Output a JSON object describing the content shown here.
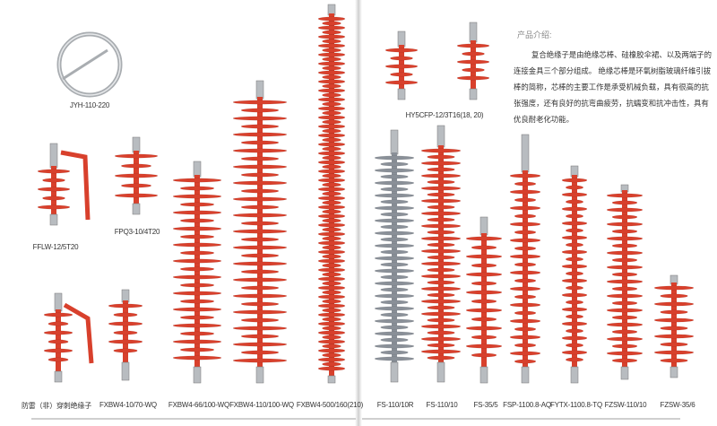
{
  "intro": {
    "heading": "产品介绍:",
    "body": "复合绝缘子是由绝缘芯棒、硅橡胶伞裙、以及两端子的连接金具三个部分组成。 绝缘芯棒是环氧树脂玻璃纤维引拔棒的简称，芯棒的主要工作是承受机械负载，具有很高的抗张强度，还有良好的抗弯曲疲劳，抗蠕变和抗冲击性，具有优良耐老化功能。"
  },
  "products": {
    "jyh": "JYH-110-220",
    "fflw": "FFLW-12/5T20",
    "fpq3": "FPQ3-10/4T20",
    "fangle": "防雷（非）穿刺绝缘子",
    "fxbw4_10": "FXBW4-10/70-WQ",
    "fxbw4_66": "FXBW4-66/100-WQ",
    "fxbw4_110": "FXBW4-110/100-WQ",
    "fxbw4_500": "FXBW4-500/160(210)",
    "hy5cfp": "HY5CFP-12/3T16(18, 20)",
    "fs_110_10r": "FS-110/10R",
    "fs_110_10": "FS-110/10",
    "fs_35_5": "FS-35/5",
    "fsp": "FSP-1100.8-AQ",
    "fytx": "FYTX-1100.8-TQ",
    "fzsw_110": "FZSW-110/10",
    "fzsw_35": "FZSW-35/6"
  },
  "colors": {
    "shed_red": "#d8402c",
    "shed_gray": "#8a9098",
    "metal": "#b8bcc0"
  }
}
